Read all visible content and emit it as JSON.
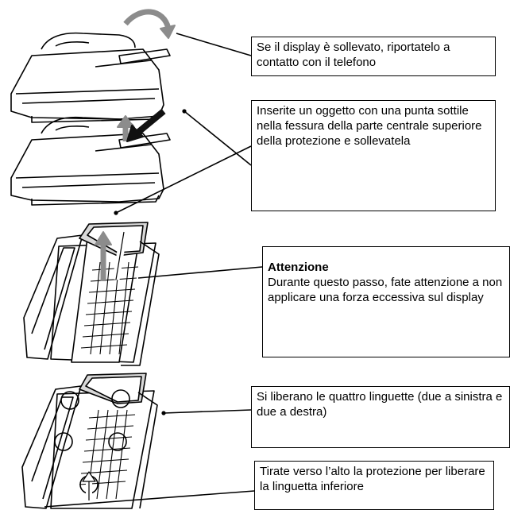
{
  "steps": [
    {
      "text": "Se il display è sollevato, riportatelo a contatto con il telefono"
    },
    {
      "text": "Inserite un oggetto con una punta sottile nella fessura della parte centrale superiore della protezione e sollevatela"
    },
    {
      "heading": "Attenzione",
      "text": "Durante questo passo, fate attenzione a non applicare una forza eccessiva sul display"
    },
    {
      "text": "Si liberano le quattro linguette (due a sinistra e due a destra)"
    },
    {
      "text": "Tirate verso l’alto la protezione per liberare la linguetta inferiore"
    }
  ],
  "colors": {
    "line": "#000000",
    "arrow_gray": "#8c8c8c",
    "arrow_black": "#111111",
    "panel_gray": "#d8d8d8"
  }
}
